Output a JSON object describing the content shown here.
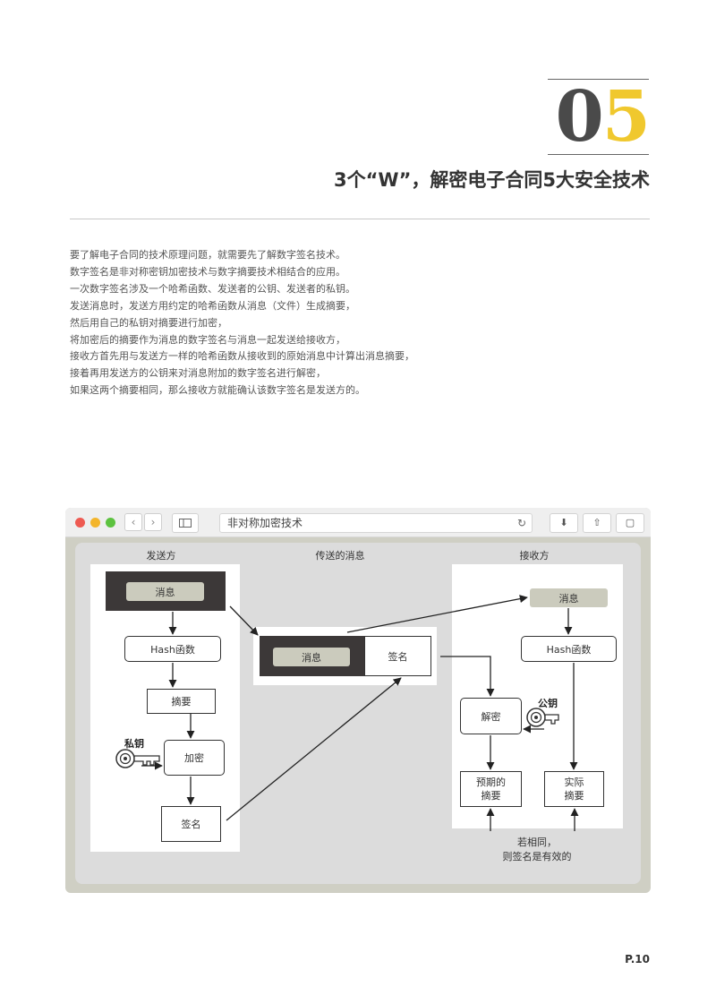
{
  "header": {
    "chapter_digit_1": "0",
    "chapter_digit_2": "5",
    "title": "3个“W”，解密电子合同5大安全技术"
  },
  "body_lines": [
    "要了解电子合同的技术原理问题，就需要先了解数字签名技术。",
    "数字签名是非对称密钥加密技术与数字摘要技术相结合的应用。",
    "一次数字签名涉及一个哈希函数、发送者的公钥、发送者的私钥。",
    "发送消息时，发送方用约定的哈希函数从消息（文件）生成摘要，",
    "然后用自己的私钥对摘要进行加密，",
    "将加密后的摘要作为消息的数字签名与消息一起发送给接收方，",
    "接收方首先用与发送方一样的哈希函数从接收到的原始消息中计算出消息摘要，",
    "接着再用发送方的公钥来对消息附加的数字签名进行解密，",
    "如果这两个摘要相同，那么接收方就能确认该数字签名是发送方的。"
  ],
  "browser": {
    "address": "非对称加密技术",
    "back_glyph": "‹",
    "forward_glyph": "›",
    "reload_glyph": "↻",
    "download_glyph": "⬇",
    "share_glyph": "⇧",
    "tabs_glyph": "▢",
    "traffic_colors": [
      "#ee5a52",
      "#f3b52c",
      "#5cc23f"
    ]
  },
  "diagram": {
    "sender": {
      "heading": "发送方",
      "message": "消息",
      "hash": "Hash函数",
      "digest": "摘要",
      "private_key": "私钥",
      "encrypt": "加密",
      "signature": "签名"
    },
    "transfer": {
      "heading": "传送的消息",
      "message": "消息",
      "signature": "签名"
    },
    "receiver": {
      "heading": "接收方",
      "message": "消息",
      "hash": "Hash函数",
      "public_key": "公钥",
      "decrypt": "解密",
      "expected_line1": "预期的",
      "expected_line2": "摘要",
      "actual_line1": "实际",
      "actual_line2": "摘要"
    },
    "note_line1": "若相同，",
    "note_line2": "则签名是有效的"
  },
  "page_number": "P.10"
}
